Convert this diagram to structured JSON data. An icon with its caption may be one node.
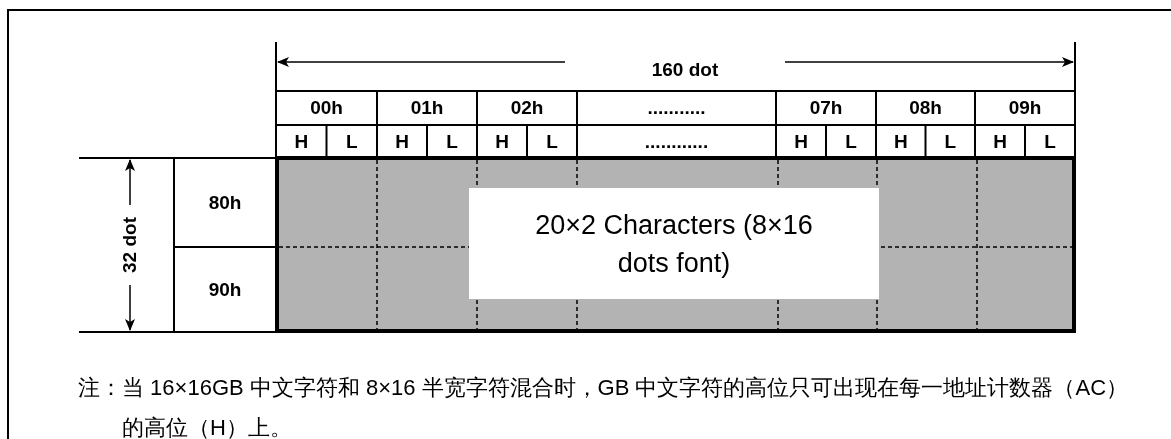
{
  "diagram": {
    "nodes": [
      {
        "text": [
          "20×2 Characters (8×16 dots font)"
        ]
      }
    ],
    "edges": [],
    "labels": [
      "160 dot",
      "00h",
      "01h",
      "02h",
      "...........",
      "07h",
      "08h",
      "09h",
      "H",
      "L",
      "H",
      "L",
      "H",
      "L",
      "............",
      "H",
      "L",
      "H",
      "L",
      "H",
      "L",
      "32 dot",
      "80h",
      "90h",
      "注：当 16×16GB 中文字符和 8×16 半宽字符混合时，GB 中文字符的高位只可出现在每一地址计数器（AC）的高位（H）上。"
    ]
  }
}
